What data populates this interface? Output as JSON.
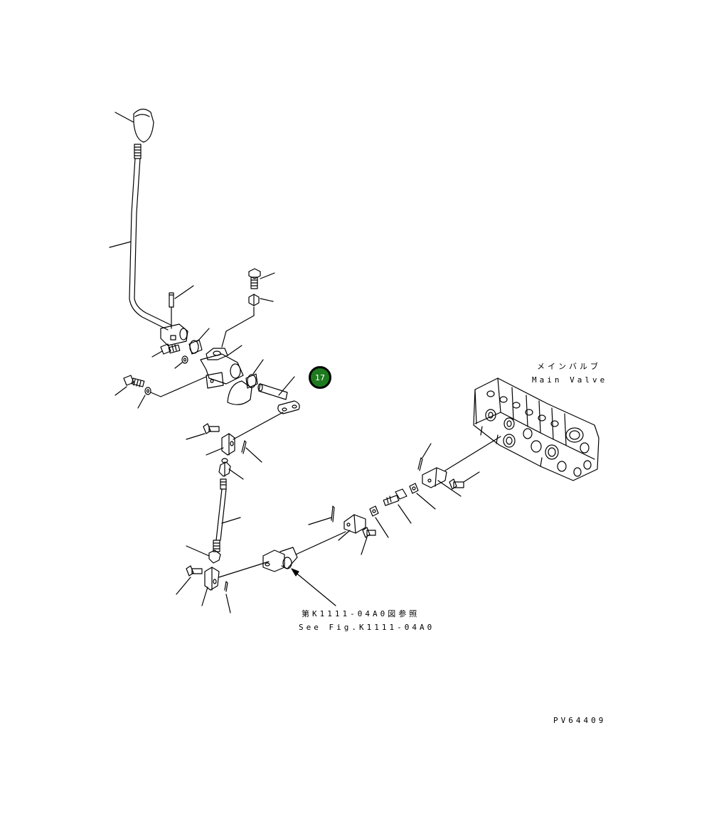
{
  "labels": {
    "main_valve_jp": "メインバルブ",
    "main_valve_en": "Main Valve",
    "see_fig_jp": "第K1111-04A0図参照",
    "see_fig_en": "See Fig.K1111-04A0",
    "figure_code": "PV64409"
  },
  "callout": {
    "number": "17",
    "color": "#1e7a1e"
  }
}
